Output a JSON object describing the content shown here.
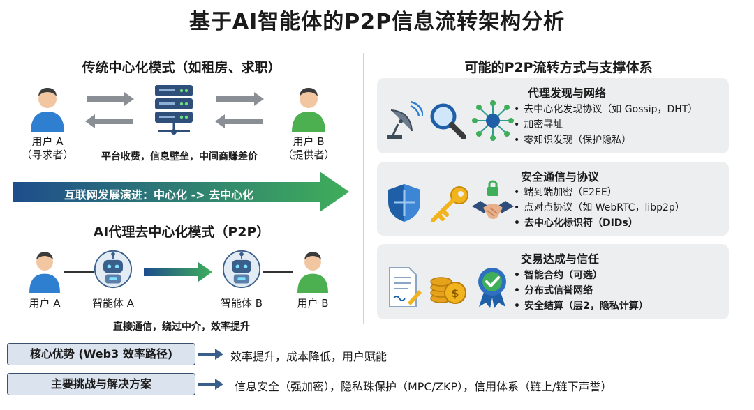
{
  "title": "基于AI智能体的P2P信息流转架构分析",
  "left": {
    "traditional": {
      "heading": "传统中心化模式（如租房、求职）",
      "user_a_name": "用户 A",
      "user_a_role": "（寻求者）",
      "user_b_name": "用户 B",
      "user_b_role": "（提供者）",
      "caption": "平台收费，信息壁垒，中间商赚差价"
    },
    "transition": "互联网发展演进：中心化 -> 去中心化",
    "p2p": {
      "heading": "AI代理去中心化模式（P2P）",
      "user_a": "用户 A",
      "agent_a": "智能体 A",
      "agent_b": "智能体 B",
      "user_b": "用户 B",
      "caption": "直接通信，绕过中介，效率提升"
    }
  },
  "right": {
    "heading": "可能的P2P流转方式与支撑体系",
    "cards": [
      {
        "title": "代理发现与网络",
        "icons": [
          "satellite-dish-icon",
          "magnifier-icon",
          "network-icon"
        ],
        "items": [
          "去中心化发现协议（如 Gossip，DHT）",
          "加密寻址",
          "零知识发现（保护隐私）"
        ]
      },
      {
        "title": "安全通信与协议",
        "icons": [
          "shield-icon",
          "key-icon",
          "handshake-lock-icon"
        ],
        "items": [
          "端到端加密（E2EE）",
          "点对点协议（如 WebRTC，libp2p）",
          "去中心化标识符（DIDs）"
        ]
      },
      {
        "title": "交易达成与信任",
        "icons": [
          "contract-icon",
          "coins-icon",
          "badge-check-icon"
        ],
        "items": [
          "智能合约（可选）",
          "分布式信誉网络",
          "安全结算（层2，隐私计算）"
        ]
      }
    ]
  },
  "bottom": [
    {
      "label": "核心优势 (Web3 效率路径)",
      "text": "效率提升，成本降低，用户赋能"
    },
    {
      "label": "主要挑战与解决方案",
      "text": "信息安全（强加密），隐私珠保护（MPC/ZKP），信用体系（链上/链下声誉）"
    }
  ],
  "colors": {
    "arrow_band_start": "#1e4d8c",
    "arrow_band_end": "#3fae5a",
    "person_blue": "#2f7fd1",
    "person_green": "#4caf50",
    "server": "#2f4f7a"
  }
}
